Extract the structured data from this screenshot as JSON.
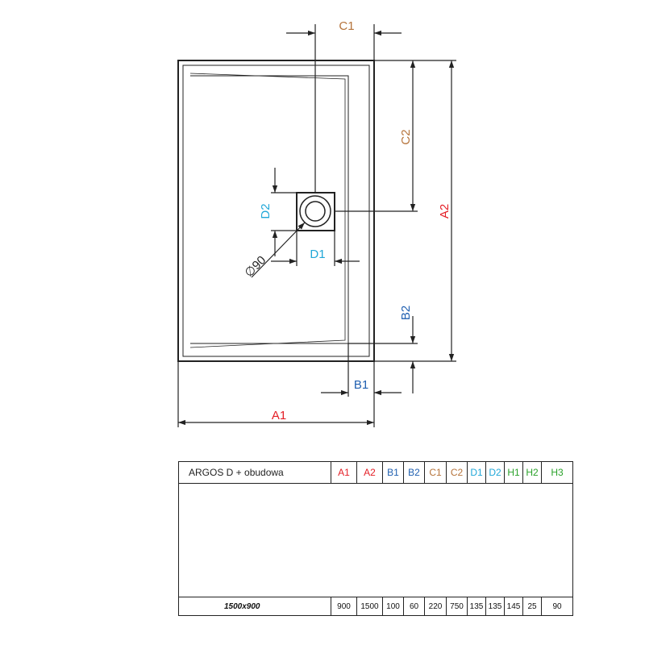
{
  "diagram": {
    "labels": {
      "A1": {
        "text": "A1",
        "color": "#e41e26"
      },
      "A2": {
        "text": "A2",
        "color": "#e41e26"
      },
      "B1": {
        "text": "B1",
        "color": "#1f5fb0"
      },
      "B2": {
        "text": "B2",
        "color": "#1f5fb0"
      },
      "C1": {
        "text": "C1",
        "color": "#b5733a"
      },
      "C2": {
        "text": "C2",
        "color": "#b5733a"
      },
      "D1": {
        "text": "D1",
        "color": "#20a7d8"
      },
      "D2": {
        "text": "D2",
        "color": "#20a7d8"
      },
      "diameter": {
        "text": "∅90",
        "color": "#222222"
      }
    },
    "line_color": "#222222"
  },
  "table": {
    "product_name": "ARGOS D + obudowa",
    "headers": [
      {
        "text": "A1",
        "color": "#e41e26"
      },
      {
        "text": "A2",
        "color": "#e41e26"
      },
      {
        "text": "B1",
        "color": "#1f5fb0"
      },
      {
        "text": "B2",
        "color": "#1f5fb0"
      },
      {
        "text": "C1",
        "color": "#b5733a"
      },
      {
        "text": "C2",
        "color": "#b5733a"
      },
      {
        "text": "D1",
        "color": "#20a7d8"
      },
      {
        "text": "D2",
        "color": "#20a7d8"
      },
      {
        "text": "H1",
        "color": "#2aa22a"
      },
      {
        "text": "H2",
        "color": "#2aa22a"
      },
      {
        "text": "H3",
        "color": "#2aa22a"
      }
    ],
    "rows": [
      {
        "model": "1500x900",
        "values": [
          "900",
          "1500",
          "100",
          "60",
          "220",
          "750",
          "135",
          "135",
          "145",
          "25",
          "90"
        ]
      }
    ]
  }
}
